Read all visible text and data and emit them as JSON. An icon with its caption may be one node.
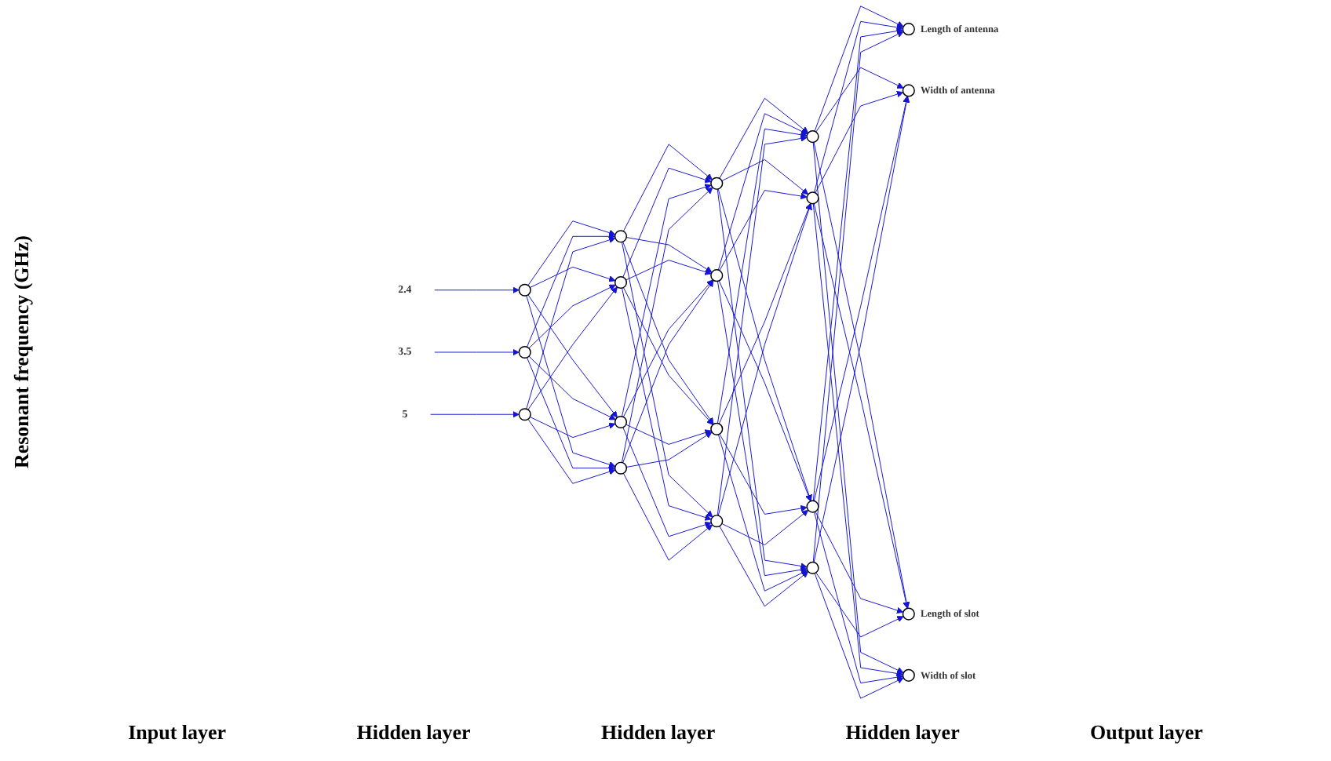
{
  "diagram": {
    "nodes": [
      {
        "text": [
          "2.4"
        ]
      },
      {
        "text": [
          "3.5"
        ]
      },
      {
        "text": [
          "5"
        ]
      },
      {
        "text": [],
        "shape": "circle"
      },
      {
        "text": [],
        "shape": "circle"
      },
      {
        "text": [],
        "shape": "circle"
      },
      {
        "text": [],
        "shape": "circle"
      },
      {
        "text": [],
        "shape": "circle"
      },
      {
        "text": [],
        "shape": "circle"
      },
      {
        "text": [],
        "shape": "circle"
      },
      {
        "text": [],
        "shape": "circle"
      },
      {
        "text": [],
        "shape": "circle"
      },
      {
        "text": [],
        "shape": "circle"
      },
      {
        "text": [],
        "shape": "circle"
      },
      {
        "text": [],
        "shape": "circle"
      },
      {
        "text": [],
        "shape": "circle"
      },
      {
        "text": [],
        "shape": "circle"
      },
      {
        "text": [],
        "shape": "circle"
      },
      {
        "text": [],
        "shape": "circle",
        "beside": [
          "Length of antenna"
        ]
      },
      {
        "text": [],
        "shape": "circle",
        "beside": [
          "Width of antenna"
        ]
      },
      {
        "text": [],
        "shape": "circle",
        "beside": [
          "Length of slot"
        ]
      },
      {
        "text": [],
        "shape": "circle",
        "beside": [
          "Width of slot"
        ]
      }
    ],
    "edges": [
      {
        "from": 0,
        "to": 3,
        "arrow": "to"
      },
      {
        "from": 1,
        "to": 4,
        "arrow": "to"
      },
      {
        "from": 2,
        "to": 5,
        "arrow": "to"
      },
      {
        "from": 3,
        "to": 6,
        "arrow": "to"
      },
      {
        "from": 3,
        "to": 7,
        "arrow": "to"
      },
      {
        "from": 3,
        "to": 8,
        "arrow": "to"
      },
      {
        "from": 3,
        "to": 9,
        "arrow": "to"
      },
      {
        "from": 4,
        "to": 6,
        "arrow": "to"
      },
      {
        "from": 4,
        "to": 7,
        "arrow": "to"
      },
      {
        "from": 4,
        "to": 8,
        "arrow": "to"
      },
      {
        "from": 4,
        "to": 9,
        "arrow": "to"
      },
      {
        "from": 5,
        "to": 6,
        "arrow": "to"
      },
      {
        "from": 5,
        "to": 7,
        "arrow": "to"
      },
      {
        "from": 5,
        "to": 8,
        "arrow": "to"
      },
      {
        "from": 5,
        "to": 9,
        "arrow": "to"
      },
      {
        "from": 6,
        "to": 10,
        "arrow": "to"
      },
      {
        "from": 6,
        "to": 11,
        "arrow": "to"
      },
      {
        "from": 6,
        "to": 12,
        "arrow": "to"
      },
      {
        "from": 6,
        "to": 13,
        "arrow": "to"
      },
      {
        "from": 7,
        "to": 10,
        "arrow": "to"
      },
      {
        "from": 7,
        "to": 11,
        "arrow": "to"
      },
      {
        "from": 7,
        "to": 12,
        "arrow": "to"
      },
      {
        "from": 7,
        "to": 13,
        "arrow": "to"
      },
      {
        "from": 8,
        "to": 10,
        "arrow": "to"
      },
      {
        "from": 8,
        "to": 11,
        "arrow": "to"
      },
      {
        "from": 8,
        "to": 12,
        "arrow": "to"
      },
      {
        "from": 8,
        "to": 13,
        "arrow": "to"
      },
      {
        "from": 9,
        "to": 10,
        "arrow": "to"
      },
      {
        "from": 9,
        "to": 11,
        "arrow": "to"
      },
      {
        "from": 9,
        "to": 12,
        "arrow": "to"
      },
      {
        "from": 9,
        "to": 13,
        "arrow": "to"
      },
      {
        "from": 10,
        "to": 14,
        "arrow": "to"
      },
      {
        "from": 10,
        "to": 15,
        "arrow": "to"
      },
      {
        "from": 10,
        "to": 16,
        "arrow": "to"
      },
      {
        "from": 10,
        "to": 17,
        "arrow": "to"
      },
      {
        "from": 11,
        "to": 14,
        "arrow": "to"
      },
      {
        "from": 11,
        "to": 15,
        "arrow": "to"
      },
      {
        "from": 11,
        "to": 16,
        "arrow": "to"
      },
      {
        "from": 11,
        "to": 17,
        "arrow": "to"
      },
      {
        "from": 12,
        "to": 14,
        "arrow": "to"
      },
      {
        "from": 12,
        "to": 15,
        "arrow": "to"
      },
      {
        "from": 12,
        "to": 16,
        "arrow": "to"
      },
      {
        "from": 12,
        "to": 17,
        "arrow": "to"
      },
      {
        "from": 13,
        "to": 14,
        "arrow": "to"
      },
      {
        "from": 13,
        "to": 15,
        "arrow": "to"
      },
      {
        "from": 13,
        "to": 16,
        "arrow": "to"
      },
      {
        "from": 13,
        "to": 17,
        "arrow": "to"
      },
      {
        "from": 14,
        "to": 18,
        "arrow": "to"
      },
      {
        "from": 14,
        "to": 19,
        "arrow": "to"
      },
      {
        "from": 14,
        "to": 20,
        "arrow": "to"
      },
      {
        "from": 14,
        "to": 21,
        "arrow": "to"
      },
      {
        "from": 15,
        "to": 18,
        "arrow": "to"
      },
      {
        "from": 15,
        "to": 19,
        "arrow": "to"
      },
      {
        "from": 15,
        "to": 20,
        "arrow": "to"
      },
      {
        "from": 15,
        "to": 21,
        "arrow": "to"
      },
      {
        "from": 16,
        "to": 18,
        "arrow": "to"
      },
      {
        "from": 16,
        "to": 19,
        "arrow": "to"
      },
      {
        "from": 16,
        "to": 20,
        "arrow": "to"
      },
      {
        "from": 16,
        "to": 21,
        "arrow": "to"
      },
      {
        "from": 17,
        "to": 18,
        "arrow": "to"
      },
      {
        "from": 17,
        "to": 19,
        "arrow": "to"
      },
      {
        "from": 17,
        "to": 20,
        "arrow": "to"
      },
      {
        "from": 17,
        "to": 21,
        "arrow": "to"
      }
    ],
    "labels": [
      "Resonant frequency (GHz)",
      "Input layer",
      "Hidden layer",
      "Hidden layer",
      "Hidden layer",
      "Output layer"
    ]
  }
}
